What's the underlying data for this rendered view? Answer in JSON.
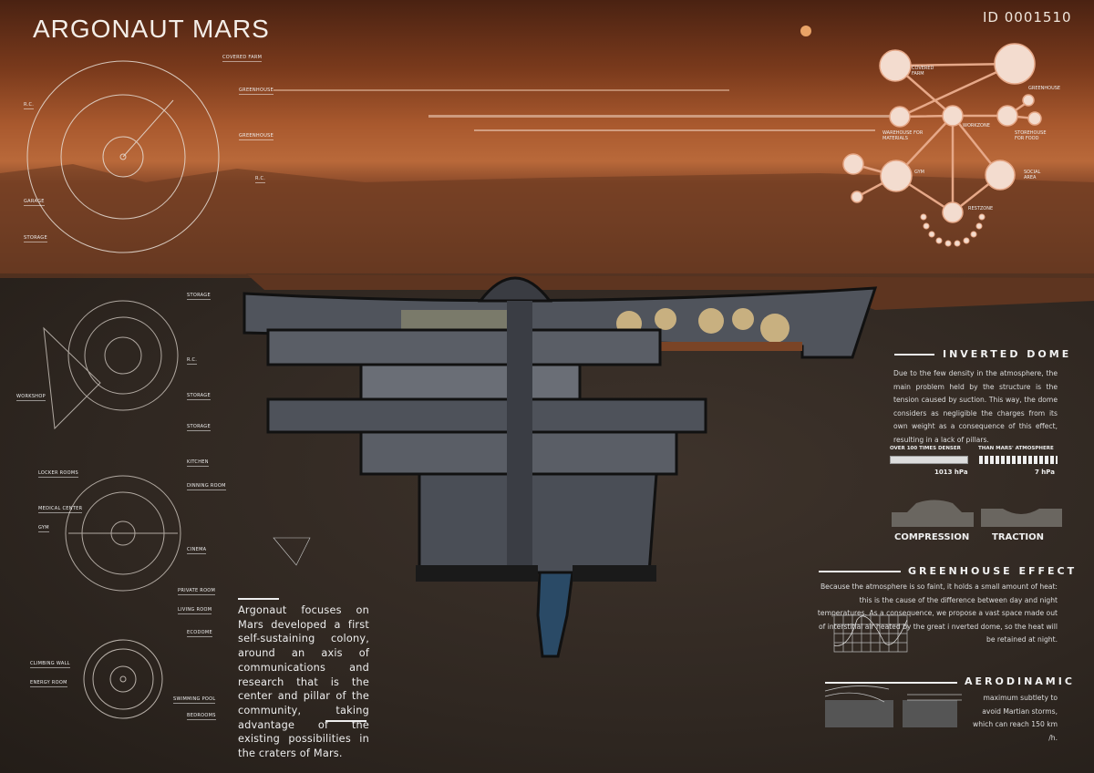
{
  "title": "ARGONAUT MARS",
  "id_label": "ID 0001510",
  "plans": {
    "level1": [
      "COVERED FARM",
      "GREENHOUSE",
      "R.C.",
      "GREENHOUSE",
      "R.C.",
      "GARAGE",
      "STORAGE"
    ],
    "level2": [
      "STORAGE",
      "R.C.",
      "STORAGE",
      "WORKSHOP",
      "STORAGE"
    ],
    "level3": [
      "KITCHEN",
      "DINNING ROOM",
      "LOCKER ROOMS",
      "MEDICAL CENTER",
      "GYM",
      "CINEMA",
      "PRIVATE ROOM",
      "LIVING ROOM"
    ],
    "level4": [
      "ECODOME",
      "CLIMBING WALL",
      "ENERGY ROOM",
      "SWIMMING POOL",
      "BEDROOMS"
    ]
  },
  "bubble_diagram": {
    "nodes": [
      "COVERED FARM",
      "GREENHOUSE",
      "WAREHOUSE FOR MATERIALS",
      "WORKZONE",
      "STOREHOUSE FOR FOOD",
      "GYM",
      "SOCIAL AREA",
      "RESTZONE"
    ]
  },
  "intro": "Argonaut focuses on Mars developed a first self-sustaining colony, around an axis of communications and research that is the center and pillar of the community, taking advantage of the existing possibilities in the craters of Mars.",
  "inverted_dome": {
    "heading": "INVERTED DOME",
    "text": "Due to the few density in the atmosphere, the main problem held by the structure is the tension caused by suction. This way, the dome considers as negligible the charges from its own weight as a consequence of this effect, resulting in a lack of pillars.",
    "left_label": "OVER 100 TIMES DENSER",
    "right_label": "THAN MARS' ATMOSPHERE",
    "left_value": "1013 hPa",
    "right_value": "7 hPa",
    "compression": "COMPRESSION",
    "traction": "TRACTION"
  },
  "greenhouse_effect": {
    "heading": "GREENHOUSE EFFECT",
    "text": "Because the atmosphere is so faint, it holds a small amount of heat: this is the cause of the difference between day and night temperatures. As a consequence, we propose a vast space made out of interstitial air heated by the great i nverted  dome, so the heat will be retained at night."
  },
  "aerodinamic": {
    "heading": "AERODINAMIC",
    "text": "maximum subtlety to avoid Martian storms, which can reach 150 km /h."
  },
  "colors": {
    "sky": "#a9592e",
    "ground": "#2f2721",
    "accent": "#f2d8c8"
  }
}
